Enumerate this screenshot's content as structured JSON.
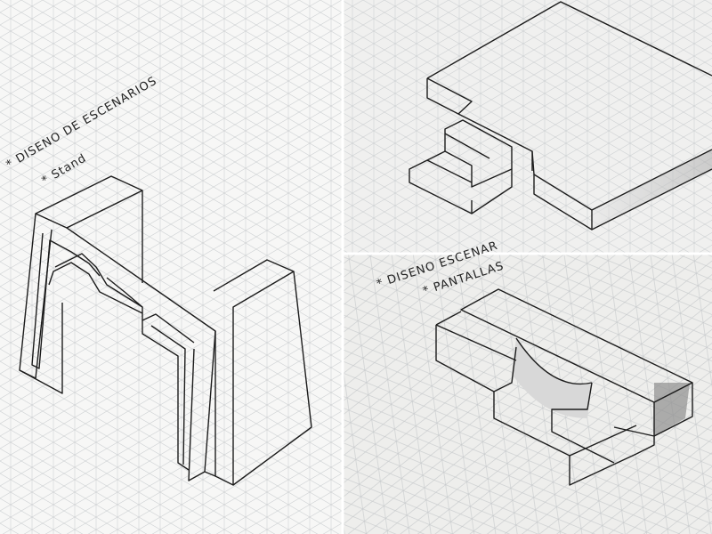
{
  "panels": {
    "stand": {
      "title_line1": "* DISENO DE ESCENARIOS",
      "title_line2": "* Stand"
    },
    "stairs_slab": {},
    "screens": {
      "title_line1": "* DISENO ESCENAR",
      "title_line2": "* PANTALLAS"
    }
  },
  "colors": {
    "paper": "#f4f4f2",
    "grid": "#c9ccce",
    "ink": "#1c1c1c",
    "shade": "#bdbdbd"
  }
}
